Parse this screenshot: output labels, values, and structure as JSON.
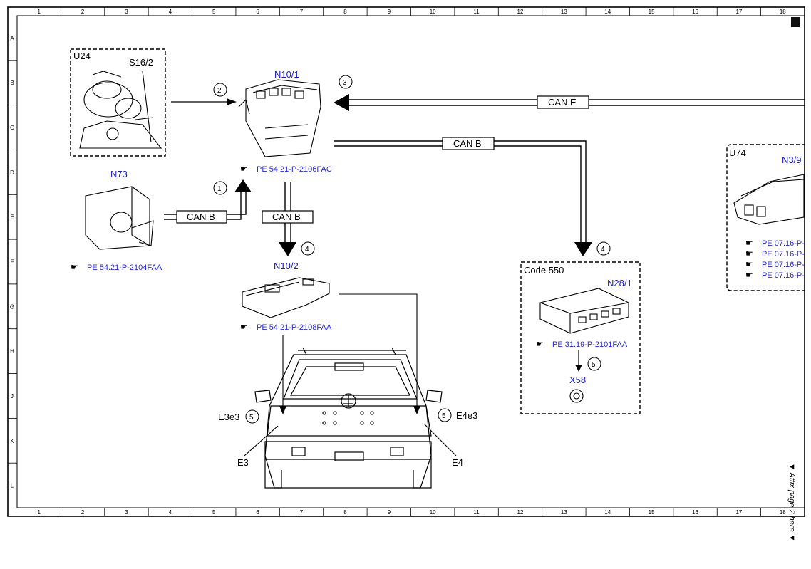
{
  "grid": {
    "columns": [
      "1",
      "2",
      "3",
      "4",
      "5",
      "6",
      "7",
      "8",
      "9",
      "10",
      "11",
      "12",
      "13",
      "14",
      "15",
      "16",
      "17",
      "18"
    ],
    "rows": [
      "A",
      "B",
      "C",
      "D",
      "E",
      "F",
      "G",
      "H",
      "J",
      "K",
      "L"
    ]
  },
  "components": {
    "u24": "U24",
    "s16_2": "S16/2",
    "n73": "N73",
    "n10_1": "N10/1",
    "n10_2": "N10/2",
    "n28_1": "N28/1",
    "x58": "X58",
    "code550": "Code 550",
    "u74": "U74",
    "n3_9": "N3/9",
    "e3e3": "E3e3",
    "e4e3": "E4e3",
    "e3": "E3",
    "e4": "E4"
  },
  "buses": {
    "can_e": "CAN E",
    "can_b_top": "CAN B",
    "can_b_left": "CAN B",
    "can_b_mid": "CAN B"
  },
  "refs": {
    "n10_1": "PE 54.21-P-2106FAC",
    "n73": "PE 54.21-P-2104FAA",
    "n10_2": "PE 54.21-P-2108FAA",
    "n28_1": "PE 31.19-P-2101FAA",
    "n3_9": [
      "PE 07.16-P-",
      "PE 07.16-P-",
      "PE 07.16-P-",
      "PE 07.16-P-"
    ]
  },
  "callouts": {
    "c1": "1",
    "c2": "2",
    "c3": "3",
    "c4a": "4",
    "c4b": "4",
    "c5a": "5",
    "c5b": "5",
    "c5c": "5"
  },
  "affix_note": "▼ Affix page 2 here ▼"
}
